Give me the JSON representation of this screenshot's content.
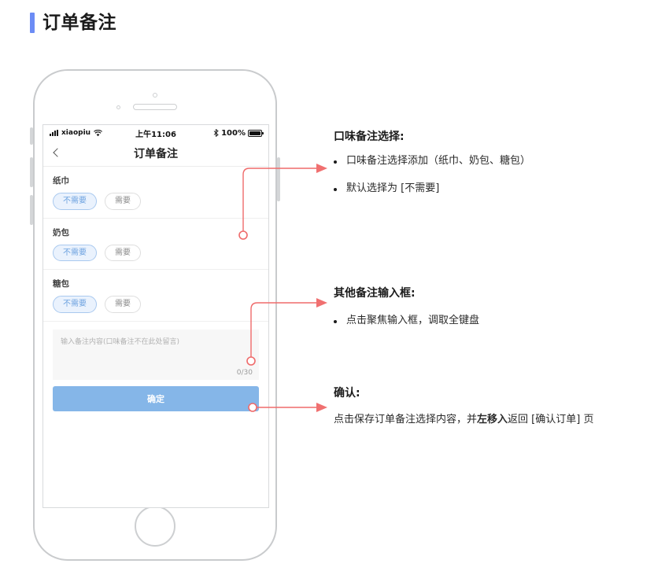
{
  "page": {
    "title": "订单备注"
  },
  "phone": {
    "status_bar": {
      "carrier": "xiaopiu",
      "signal_icon": "signal-bars-icon",
      "wifi_icon": "wifi-icon",
      "time": "上午11:06",
      "bluetooth_icon": "bluetooth-icon",
      "battery_percent": "100%",
      "battery_icon": "battery-full-icon"
    },
    "nav": {
      "back_icon": "chevron-left-icon",
      "title": "订单备注"
    },
    "option_groups": [
      {
        "label": "纸巾",
        "options": [
          {
            "label": "不需要",
            "selected": true
          },
          {
            "label": "需要",
            "selected": false
          }
        ]
      },
      {
        "label": "奶包",
        "options": [
          {
            "label": "不需要",
            "selected": true
          },
          {
            "label": "需要",
            "selected": false
          }
        ]
      },
      {
        "label": "糖包",
        "options": [
          {
            "label": "不需要",
            "selected": true
          },
          {
            "label": "需要",
            "selected": false
          }
        ]
      }
    ],
    "note": {
      "placeholder": "输入备注内容(口味备注不在此处留言)",
      "value": "",
      "counter": "0/30"
    },
    "confirm_button": {
      "label": "确定"
    }
  },
  "annotations": [
    {
      "heading": "口味备注选择:",
      "bullets": [
        "口味备注选择添加（纸巾、奶包、糖包）",
        "默认选择为 [不需要]"
      ]
    },
    {
      "heading": "其他备注输入框:",
      "bullets": [
        "点击聚焦输入框，调取全键盘"
      ]
    },
    {
      "heading": "确认:",
      "paragraph_pre": "点击保存订单备注选择内容，并",
      "paragraph_bold": "左移入",
      "paragraph_post": "返回 [确认订单] 页"
    }
  ],
  "colors": {
    "accent_blue": "#6c8cf5",
    "pill_blue": "#6ea3e0",
    "confirm_blue": "#85b6e8",
    "connector_red": "#ef6b6b"
  }
}
